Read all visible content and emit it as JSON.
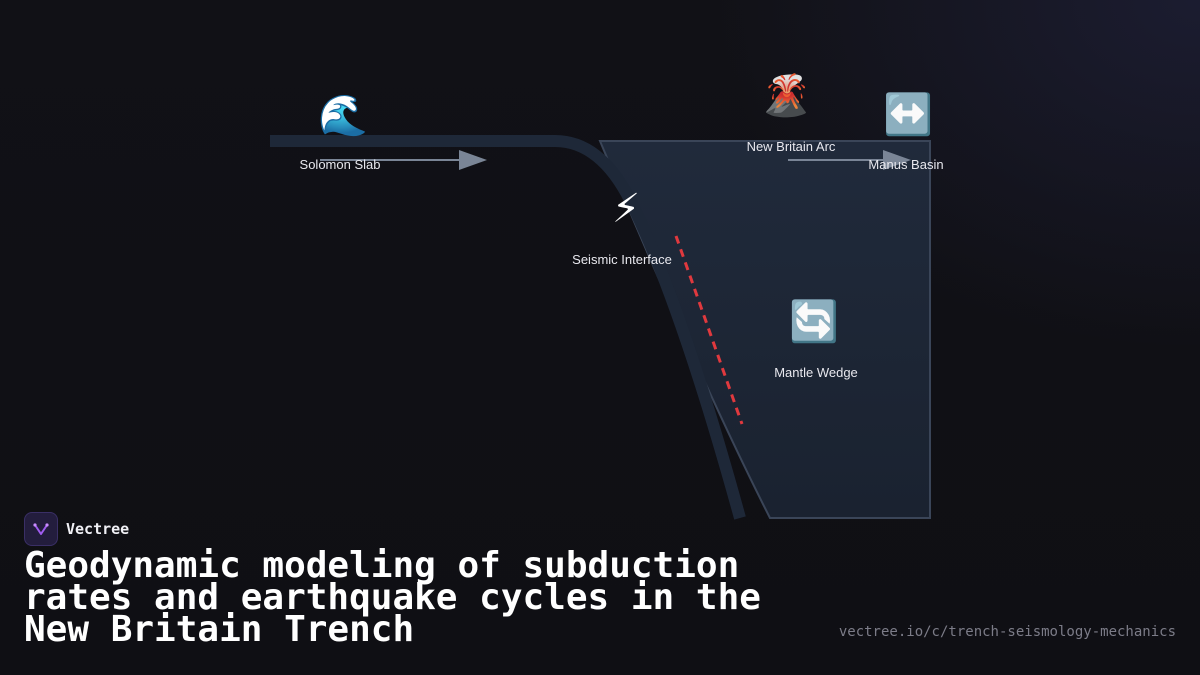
{
  "nodes": {
    "solomon_slab": {
      "icon": "🌊",
      "icon_name": "wave-icon",
      "label": "Solomon Slab"
    },
    "seismic_interface": {
      "icon": "⚡",
      "icon_name": "lightning-icon",
      "label": "Seismic Interface"
    },
    "new_britain_arc": {
      "icon": "🌋",
      "icon_name": "volcano-icon",
      "label": "New Britain Arc"
    },
    "manus_basin": {
      "icon": "↔️",
      "icon_name": "left-right-arrow-icon",
      "label": "Manus Basin"
    },
    "mantle_wedge": {
      "icon": "🔄",
      "icon_name": "counterclockwise-arrows-icon",
      "label": "Mantle Wedge"
    }
  },
  "brand": {
    "name": "Vectree"
  },
  "title": "Geodynamic modeling of subduction rates and earthquake cycles in the New Britain Trench",
  "url": "vectree.io/c/trench-seismology-mechanics",
  "colors": {
    "background": "#111116",
    "slab": "#1e2838",
    "wedge_fill": "#1e2838",
    "wedge_stroke": "#3a4558",
    "arrow": "#7a8596",
    "fault": "#e0393e"
  }
}
